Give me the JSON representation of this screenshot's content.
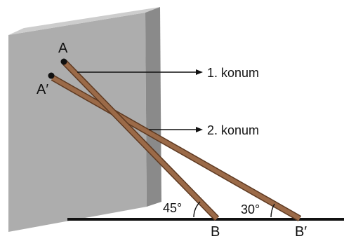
{
  "diagram": {
    "points": {
      "A": "A",
      "A_prime": "A′",
      "B": "B",
      "B_prime": "B′"
    },
    "positions_labels": {
      "first": "1. konum",
      "second": "2. konum"
    },
    "angles": {
      "at_B": "45°",
      "at_B_prime": "30°"
    },
    "colors": {
      "wall_front": "#adadad",
      "wall_top": "#cdcdcd",
      "wall_side": "#8a8a8a",
      "rod": "#9b6a48",
      "rod_edge": "#5e3a22",
      "ground": "#111111",
      "text": "#111111"
    }
  }
}
